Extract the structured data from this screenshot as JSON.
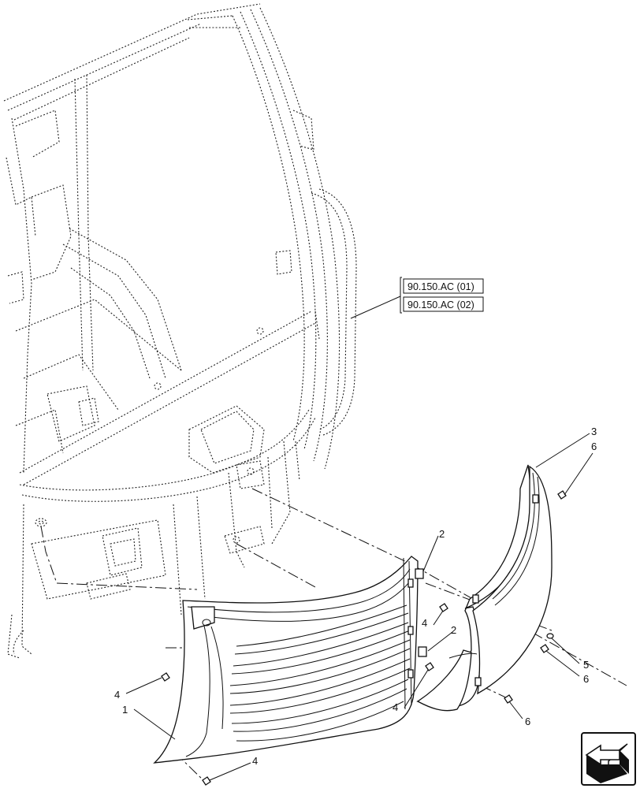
{
  "references": [
    "90.150.AC (01)",
    "90.150.AC (02)"
  ],
  "callouts": [
    {
      "id": "c1",
      "label": "1"
    },
    {
      "id": "c2a",
      "label": "2"
    },
    {
      "id": "c2b",
      "label": "2"
    },
    {
      "id": "c3",
      "label": "3"
    },
    {
      "id": "c4a",
      "label": "4"
    },
    {
      "id": "c4b",
      "label": "4"
    },
    {
      "id": "c4c",
      "label": "4"
    },
    {
      "id": "c4d",
      "label": "4"
    },
    {
      "id": "c5",
      "label": "5"
    },
    {
      "id": "c6a",
      "label": "6"
    },
    {
      "id": "c6b",
      "label": "6"
    },
    {
      "id": "c6c",
      "label": "6"
    }
  ],
  "icons": {
    "nav": "page-back-arrow-icon"
  }
}
